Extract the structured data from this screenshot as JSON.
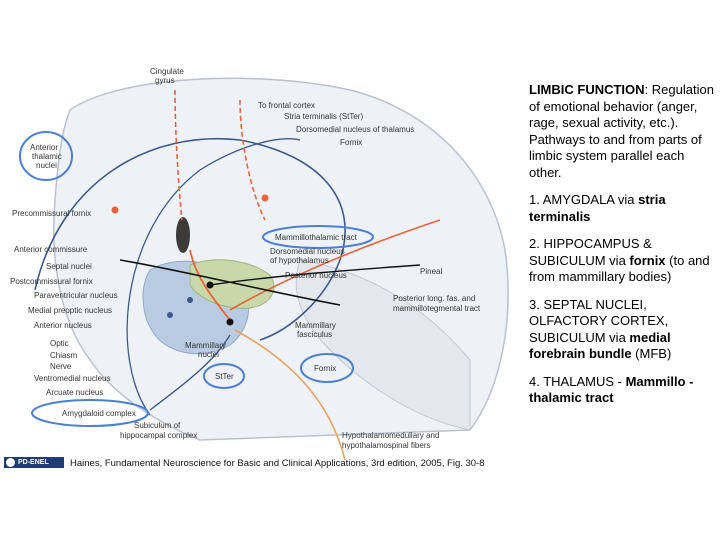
{
  "diagram": {
    "labels": {
      "cingulate_gyrus": "Cingulate",
      "cingulate_gyrus_2": "gyrus",
      "frontal_cortex": "To frontal cortex",
      "stria_terminalis": "Stria terminalis (StTer)",
      "dorsomedial_thalamus": "Dorsomedial nucleus of thalamus",
      "fornix_top": "Fornix",
      "anterior_thalamic": "Anterior",
      "anterior_thalamic_2": "thalamic",
      "anterior_thalamic_3": "nuclei",
      "precommissural_fornix": "Precommissural fornix",
      "mammillothalamic_tract": "Mammillothalamic tract",
      "anterior_commissure": "Anterior commissure",
      "septal_nuclei": "Septal nuclei",
      "postcommissural_fornix": "Postcommissural fornix",
      "dorsomedial_hypothalamus": "Dorsomedial nucleus",
      "dorsomedial_hypothalamus_2": "of hypothalamus",
      "posterior_nucleus": "Posterior nucleus",
      "pineal": "Pineal",
      "paraventricular_nucleus": "Paraventricular nucleus",
      "medial_preoptic_nucleus": "Medial preoptic nucleus",
      "anterior_nucleus": "Anterior nucleus",
      "posterior_long_fas": "Posterior long. fas. and",
      "posterior_long_fas_2": "mammillotegmental tract",
      "mammillary_fasciculus": "Mammillary",
      "mammillary_fasciculus_2": "fasciculus",
      "optic": "Optic",
      "chiasm": "Chiasm",
      "nerve": "Nerve",
      "mammillary_nuclei": "Mammillary",
      "mammillary_nuclei_2": "nuclei",
      "ventromedial_nucleus": "Ventromedial nucleus",
      "arcuate_nucleus": "Arcuate nucleus",
      "stter_bottom": "StTer",
      "fornix_bottom": "Fornix",
      "amygdaloid_complex": "Amygdaloid complex",
      "subiculum": "Subiculum of",
      "subiculum_2": "hippocampal complex",
      "hypothalamomedullary": "Hypothalamomedullary and",
      "hypothalamomedullary_2": "hypothalamospinal fibers"
    },
    "highlight_color": "#4a7fd4",
    "pathway_colors": {
      "red": "#e8633a",
      "blue": "#3a5a8c",
      "orange": "#e8a25a",
      "black": "#111111"
    }
  },
  "panel": {
    "title_bold": "LIMBIC FUNCTION",
    "title_rest": ": Regulation of emotional behavior (anger, rage, sexual activity, etc.). Pathways to and from parts of limbic system parallel each other.",
    "item1_plain": "1. AMYGDALA via ",
    "item1_bold": "stria terminalis",
    "item2_plain": "2. HIPPOCAMPUS & SUBICULUM via ",
    "item2_bold": "fornix",
    "item2_rest": " (to and from mammillary bodies)",
    "item3_plain": "3. SEPTAL NUCLEI, OLFACTORY CORTEX, SUBICULUM via ",
    "item3_bold": "medial forebrain bundle",
    "item3_rest": " (MFB)",
    "item4_plain": "4. THALAMUS - ",
    "item4_bold": "Mammillo -thalamic tract"
  },
  "caption": {
    "text": "Haines, Fundamental Neuroscience for Basic and Clinical Applications, 3rd edition, 2005, Fig. 30-8",
    "logo_text": "PD-ENEL"
  }
}
